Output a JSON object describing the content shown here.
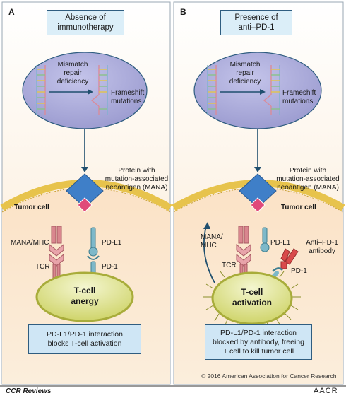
{
  "panel_a": {
    "letter": "A",
    "title_line1": "Absence of",
    "title_line2": "immunotherapy",
    "nucleus_label_line1": "Mismatch",
    "nucleus_label_line2": "repair",
    "nucleus_label_line3": "deficiency",
    "frameshift_line1": "Frameshift",
    "frameshift_line2": "mutations",
    "protein_line1": "Protein with",
    "protein_line2": "mutation-associated",
    "protein_line3": "neoantigen (MANA)",
    "tumor_cell": "Tumor cell",
    "mana_mhc": "MANA/MHC",
    "pd_l1": "PD-L1",
    "tcr": "TCR",
    "pd_1": "PD-1",
    "tcell_line1": "T-cell",
    "tcell_line2": "anergy",
    "caption_line1": "PD-L1/PD-1 interaction",
    "caption_line2": "blocks T-cell activation"
  },
  "panel_b": {
    "letter": "B",
    "title_line1": "Presence of",
    "title_line2": "anti–PD-1",
    "nucleus_label_line1": "Mismatch",
    "nucleus_label_line2": "repair",
    "nucleus_label_line3": "deficiency",
    "frameshift_line1": "Frameshift",
    "frameshift_line2": "mutations",
    "protein_line1": "Protein with",
    "protein_line2": "mutation-associated",
    "protein_line3": "neoantigen (MANA)",
    "tumor_cell": "Tumor cell",
    "mana_line1": "MANA/",
    "mana_line2": "MHC",
    "pd_l1": "PD-L1",
    "antibody_line1": "Anti–PD-1",
    "antibody_line2": "antibody",
    "tcr": "TCR",
    "pd_1": "PD-1",
    "tcell_line1": "T-cell",
    "tcell_line2": "activation",
    "caption_line1": "PD-L1/PD-1 interaction",
    "caption_line2": "blocked by antibody, freeing",
    "caption_line3": "T cell to kill tumor cell"
  },
  "copyright": "© 2016 American Association for Cancer Research",
  "footer_left": "CCR Reviews",
  "footer_right": "AACR",
  "colors": {
    "nucleus": "#a9a9d8",
    "membrane": "#e6c24a",
    "tcell": "#d8dc7a",
    "protein_blue": "#3f7fc8",
    "protein_pink": "#e04a7a",
    "pdl1": "#7db8c9",
    "mhc": "#d9868e",
    "antibody": "#d94a4a",
    "border": "#2f5d80"
  }
}
